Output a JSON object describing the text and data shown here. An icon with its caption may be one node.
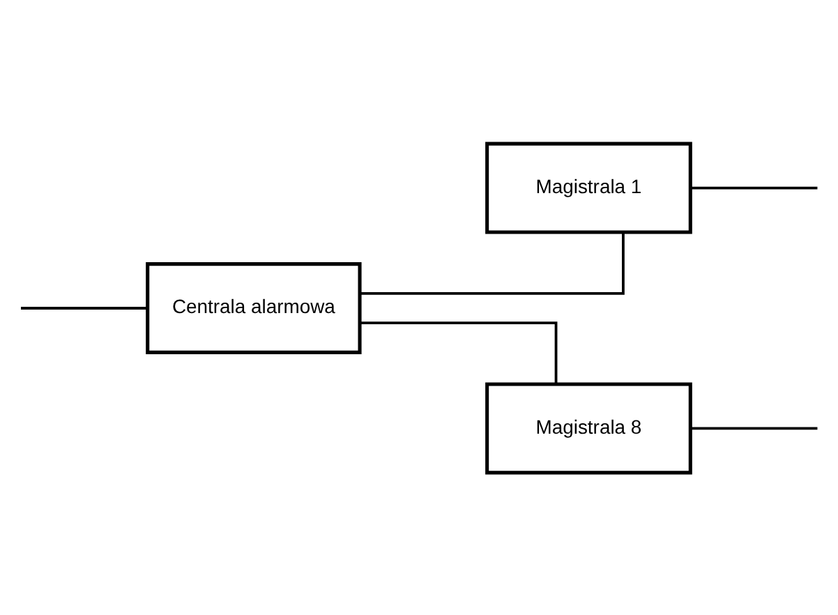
{
  "diagram": {
    "nodes": [
      {
        "text": [
          "Centrala alarmowa"
        ]
      },
      {
        "text": [
          "Magistrala 1"
        ]
      },
      {
        "text": [
          "Magistrala 8"
        ]
      }
    ],
    "edges": [
      {
        "from": null,
        "to": 0,
        "arrow": "none"
      },
      {
        "from": 0,
        "to": 1,
        "arrow": "none"
      },
      {
        "from": 0,
        "to": 2,
        "arrow": "none"
      },
      {
        "from": 1,
        "to": null,
        "arrow": "none"
      },
      {
        "from": 2,
        "to": null,
        "arrow": "none"
      }
    ]
  }
}
